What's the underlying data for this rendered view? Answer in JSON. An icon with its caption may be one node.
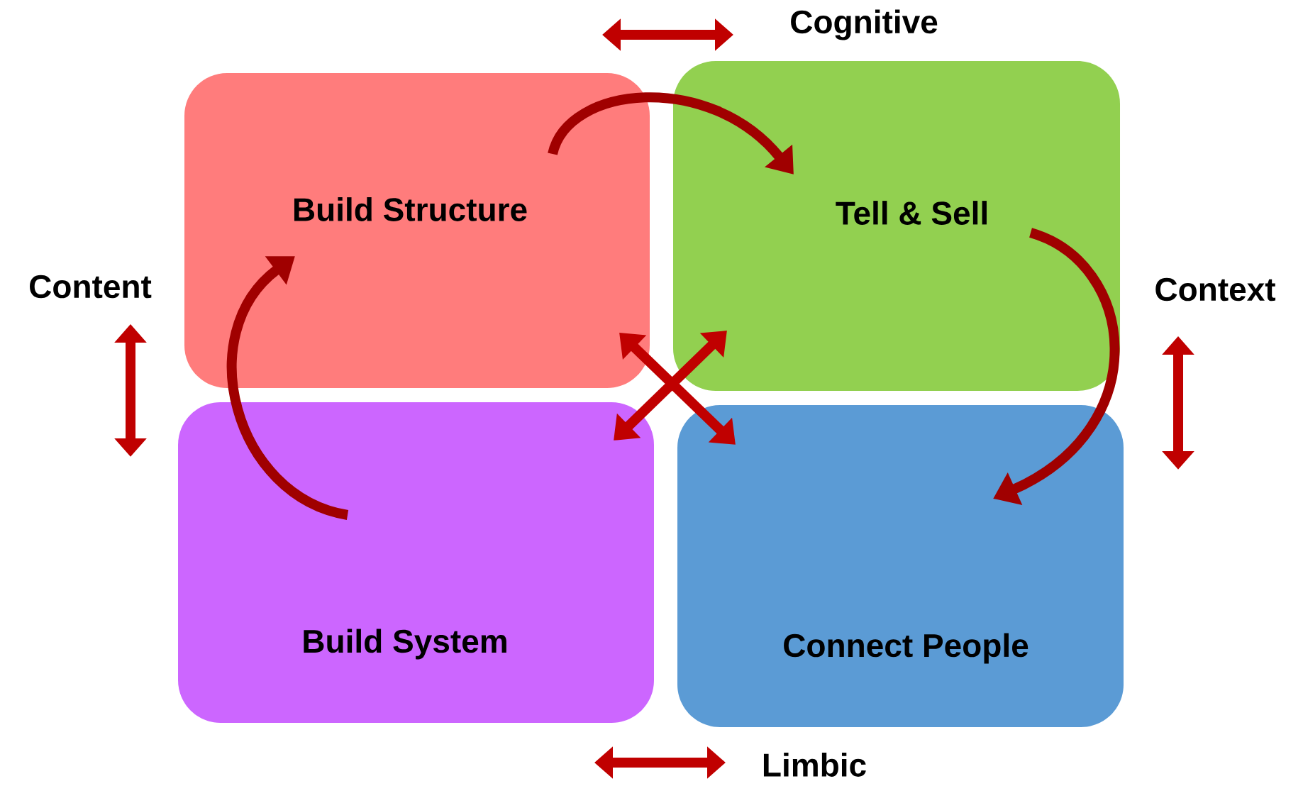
{
  "diagram": {
    "nodes": [
      {
        "text": [
          "Build Structure"
        ]
      },
      {
        "text": [
          "Tell & Sell"
        ]
      },
      {
        "text": [
          "Build System"
        ]
      },
      {
        "text": [
          "Connect People"
        ]
      }
    ],
    "edges": [
      {
        "from": 2,
        "to": 0,
        "arrow": "to"
      },
      {
        "from": 0,
        "to": 1,
        "arrow": "to"
      },
      {
        "from": 1,
        "to": 3,
        "arrow": "to"
      },
      {
        "from": 0,
        "to": 3,
        "arrow": "both",
        "color": "#c00000"
      },
      {
        "from": 1,
        "to": 2,
        "arrow": "both",
        "color": "#c00000"
      }
    ],
    "labels": [
      "Cognitive",
      "Content",
      "Context",
      "Limbic"
    ]
  }
}
